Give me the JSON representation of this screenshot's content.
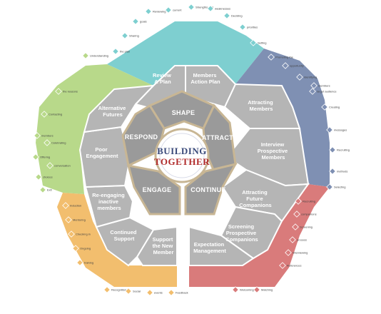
{
  "center": {
    "line1": "BUILDING",
    "line2": "TOGETHER"
  },
  "inner_ring": {
    "shape": "SHAPE",
    "attract": "ATTRACT",
    "continue": "CONTINUE",
    "engage": "ENGAGE",
    "respond": "RESPOND"
  },
  "segments": {
    "review_plan": [
      "Review",
      "& Plan"
    ],
    "members_action_plan": [
      "Members",
      "Action Plan"
    ],
    "attracting_members": [
      "Attracting",
      "Members"
    ],
    "interview_prospective_members": [
      "Interview",
      "Prospective",
      "Members"
    ],
    "attracting_future_companions": [
      "Attracting",
      "Future",
      "Companions"
    ],
    "screening_prospective_companions": [
      "Screening",
      "Prospective",
      "Companions"
    ],
    "expectation_management": [
      "Expectation",
      "Management"
    ],
    "support_new_member": [
      "Support",
      "the New",
      "Member"
    ],
    "continued_support": [
      "Continued",
      "Support"
    ],
    "reengaging_inactive_members": [
      "Re-engaging",
      "inactive",
      "members"
    ],
    "poor_engagement": [
      "Poor",
      "Engagement"
    ],
    "alternative_futures": [
      "Alternative",
      "Futures"
    ]
  },
  "colors": {
    "shape": "#7ecfd0",
    "attract": "#7f90b3",
    "continue": "#d97b7b",
    "engage": "#f2be6e",
    "respond": "#b8d98a",
    "segment_grey": "#b5b5b5",
    "ring_grey": "#9a9a9a",
    "ring_border": "#c8b694",
    "center_fill": "#ffffff"
  },
  "leaves": {
    "top": [
      "Reviewing",
      "current",
      "Strengths and",
      "weaknesses",
      "Deciding",
      "priorities",
      "Setting",
      "goals",
      "Sharing",
      "the plan"
    ],
    "right": [
      "Promoting the",
      "opportunity",
      "Identifying",
      "target audience",
      "Creating",
      "messages",
      "Recruiting",
      "methods",
      "Selecting",
      "members"
    ],
    "bottom_right": [
      "Recruiting",
      "companions",
      "Screening",
      "process",
      "Interviewing",
      "References",
      "Matching",
      "Welcoming"
    ],
    "bottom_left": [
      "Induction",
      "Mentoring",
      "Checking in",
      "Ongoing",
      "training",
      "Recognition",
      "Social",
      "events",
      "Feedback"
    ],
    "left": [
      "Understanding",
      "the reasons",
      "Contacting",
      "members",
      "Offering",
      "choices",
      "Exit",
      "conversation",
      "Celebrating"
    ]
  }
}
